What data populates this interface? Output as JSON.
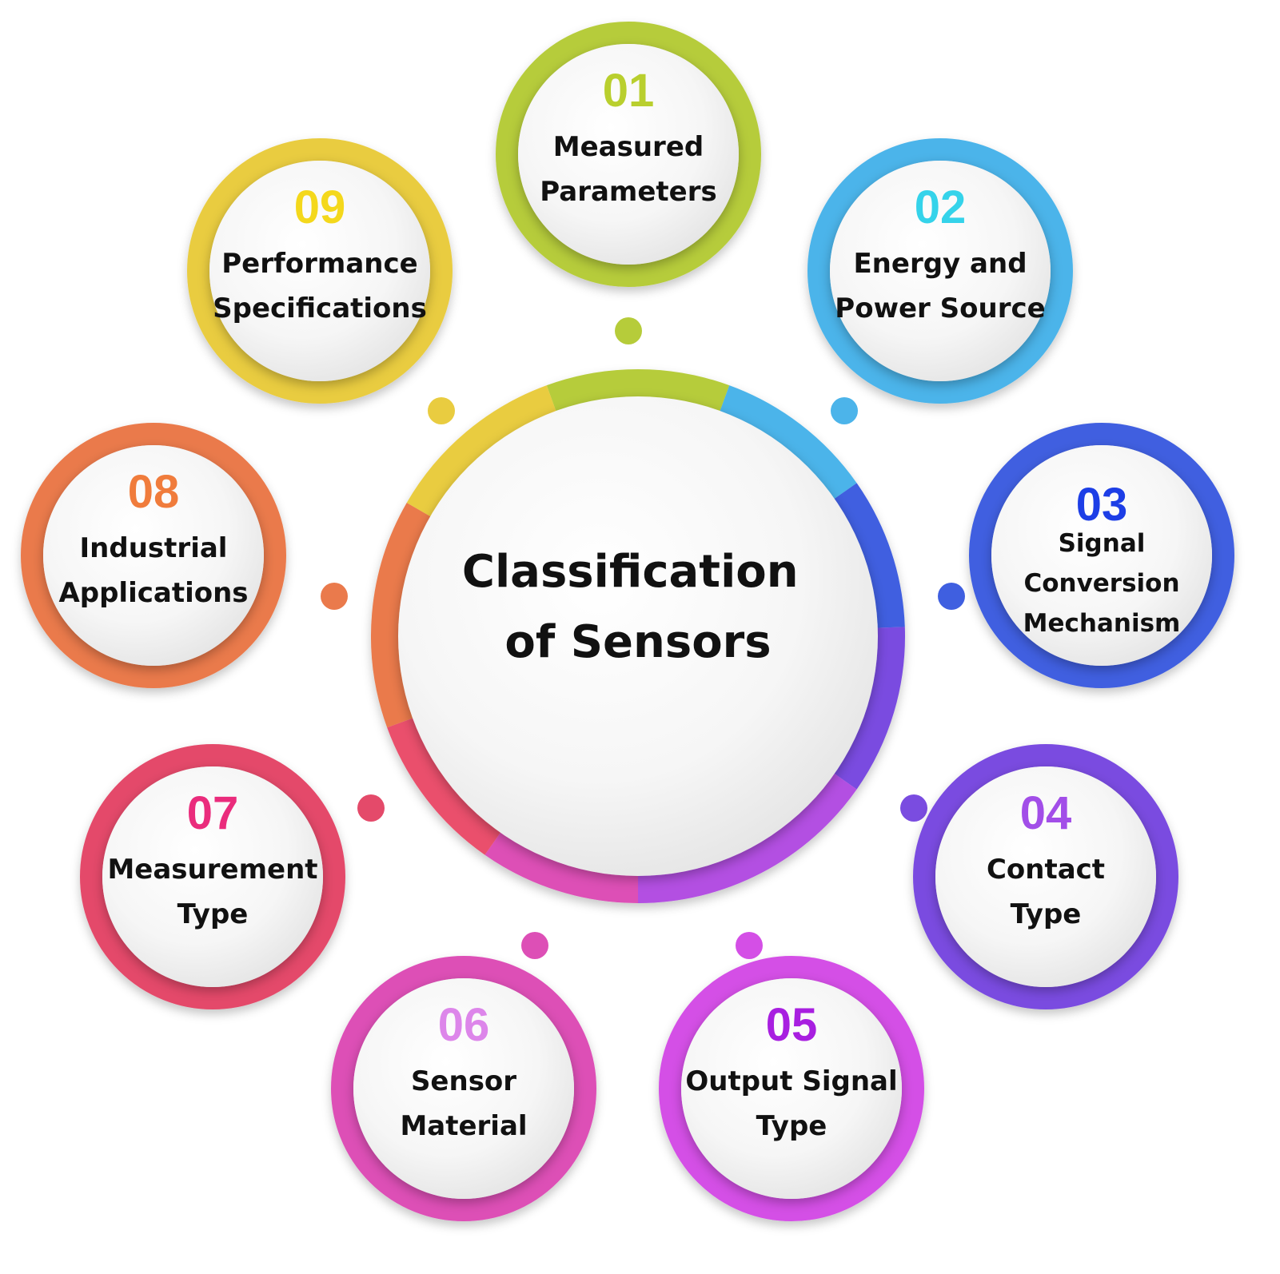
{
  "title_lines": [
    "Classification",
    "of Sensors"
  ],
  "colors": {
    "lime": "#b6cc3a",
    "sky": "#4cb4ea",
    "royal": "#3f5fe0",
    "violet": "#7a4ce0",
    "purple": "#b34fe2",
    "magenta": "#dd4fb6",
    "crimson": "#ea4f6c",
    "orange": "#ea7a4c",
    "yellow": "#e9cc40"
  },
  "nodes": [
    {
      "number": "01",
      "label_lines": [
        "Measured",
        "Parameters"
      ],
      "ring_color": "#b6cc3a",
      "number_color": "#b9cf2e"
    },
    {
      "number": "02",
      "label_lines": [
        "Energy and",
        "Power Source"
      ],
      "ring_color": "#4cb4ea",
      "number_color": "#35d3ea"
    },
    {
      "number": "03",
      "label_lines": [
        "Signal",
        "Conversion",
        "Mechanism"
      ],
      "ring_color": "#3f5fe0",
      "number_color": "#1d3ee6"
    },
    {
      "number": "04",
      "label_lines": [
        "Contact",
        "Type"
      ],
      "ring_color": "#7a4ce0",
      "number_color": "#a24ee8"
    },
    {
      "number": "05",
      "label_lines": [
        "Output Signal",
        "Type"
      ],
      "ring_color": "#d44fe6",
      "number_color": "#a81fe0"
    },
    {
      "number": "06",
      "label_lines": [
        "Sensor",
        "Material"
      ],
      "ring_color": "#dd4fb6",
      "number_color": "#dd86ea"
    },
    {
      "number": "07",
      "label_lines": [
        "Measurement",
        "Type"
      ],
      "ring_color": "#e44a6a",
      "number_color": "#ea2c7c"
    },
    {
      "number": "08",
      "label_lines": [
        "Industrial",
        "Applications"
      ],
      "ring_color": "#ea7a4c",
      "number_color": "#f07c3c"
    },
    {
      "number": "09",
      "label_lines": [
        "Performance",
        "Specifications"
      ],
      "ring_color": "#e9cc40",
      "number_color": "#f4d81c"
    }
  ]
}
